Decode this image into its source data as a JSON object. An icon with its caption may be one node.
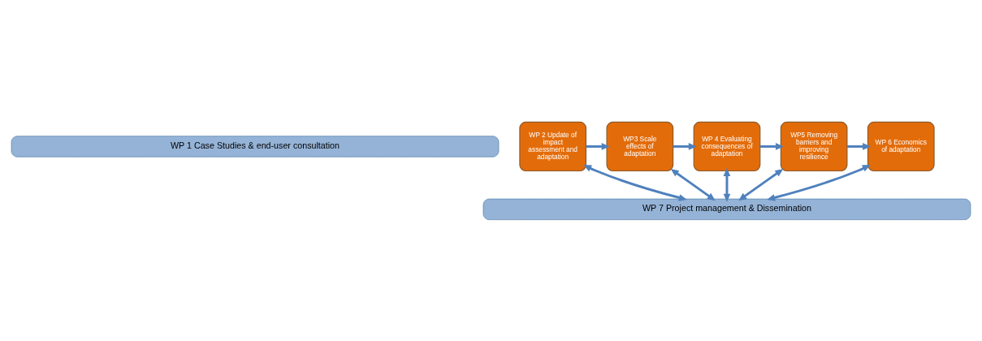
{
  "diagram": {
    "nodes": [
      {
        "text": [
          "WP 1 Case Studies & end-user consultation"
        ]
      },
      {
        "text": [
          "WP 2 Update of impact assessment and adaptation"
        ]
      },
      {
        "text": [
          "WP3 Scale effects of adaptation"
        ]
      },
      {
        "text": [
          "WP 4 Evaluating consequences of adaptation"
        ]
      },
      {
        "text": [
          "WP5 Removing barriers and improving resilience"
        ]
      },
      {
        "text": [
          "WP 6 Economics of adaptation"
        ]
      },
      {
        "text": [
          "WP 7 Project management & Dissemination"
        ]
      }
    ],
    "edges": [
      {
        "from": 1,
        "to": 2,
        "arrow": "to"
      },
      {
        "from": 2,
        "to": 3,
        "arrow": "to"
      },
      {
        "from": 3,
        "to": 4,
        "arrow": "to"
      },
      {
        "from": 4,
        "to": 5,
        "arrow": "to"
      },
      {
        "from": 1,
        "to": 6,
        "arrow": "both"
      },
      {
        "from": 2,
        "to": 6,
        "arrow": "both"
      },
      {
        "from": 3,
        "to": 6,
        "arrow": "both"
      },
      {
        "from": 4,
        "to": 6,
        "arrow": "both"
      },
      {
        "from": 5,
        "to": 6,
        "arrow": "both"
      }
    ]
  }
}
